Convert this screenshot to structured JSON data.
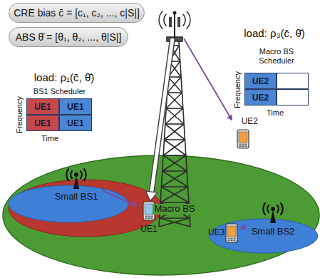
{
  "diagram": {
    "nodes": [
      {
        "text": [
          "CRE bias c̄ = [c₁, c₂, ..., c|S|]"
        ]
      },
      {
        "text": [
          "ABS θ̄ = [θ₁, θ₂, ..., θ|S|]"
        ]
      },
      {
        "text": [
          "BS1 Scheduler"
        ]
      },
      {
        "text": [
          "UE1"
        ],
        "in": 2
      },
      {
        "text": [
          "UE1"
        ],
        "in": 2
      },
      {
        "text": [
          "UE1"
        ],
        "in": 2
      },
      {
        "text": [
          "UE1"
        ],
        "in": 2
      },
      {
        "text": [
          "Macro BS Scheduler"
        ]
      },
      {
        "text": [
          "UE2"
        ],
        "in": 7
      },
      {
        "text": [
          "UE2"
        ],
        "in": 7
      },
      {
        "text": [
          "Macro BS"
        ]
      },
      {
        "text": [
          "UE2"
        ]
      },
      {
        "text": [
          "Small BS1"
        ]
      },
      {
        "text": [
          "UE1"
        ]
      },
      {
        "text": [
          "Small BS2"
        ]
      },
      {
        "text": [
          "UE3"
        ]
      }
    ],
    "edges": [
      {
        "from": 10,
        "to": 13,
        "arrow": "to"
      },
      {
        "from": 12,
        "to": 13,
        "arrow": "to"
      },
      {
        "from": 10,
        "to": 11,
        "arrow": "to"
      },
      {
        "from": 14,
        "to": 15,
        "arrow": "to"
      }
    ],
    "labels": [
      "load: ρ₁(c̄, θ̄)",
      "Frequency",
      "Time",
      "load: ρ₃(c̄, θ̄)",
      "Frequency",
      "Time"
    ]
  }
}
